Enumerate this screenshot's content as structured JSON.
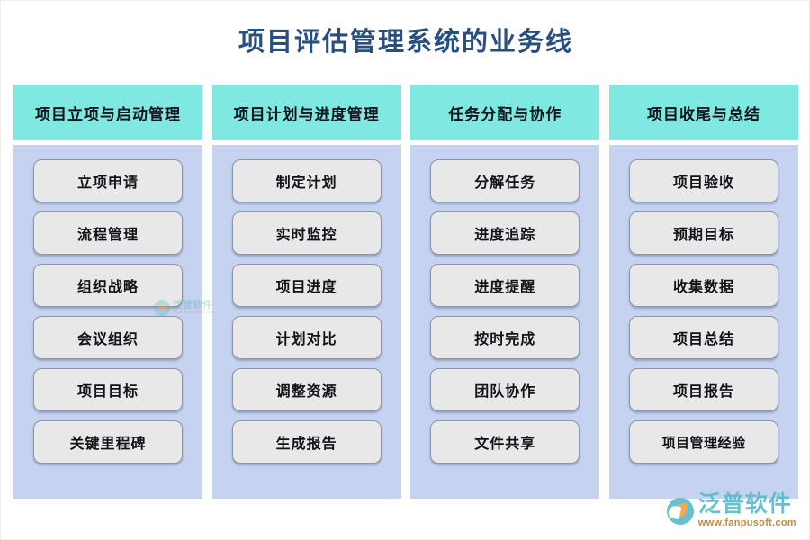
{
  "page": {
    "title": "项目评估管理系统的业务线",
    "title_color": "#27507f",
    "background_color": "#ffffff"
  },
  "theme": {
    "header_background": "#7fe8e0",
    "header_text_color": "#10131c",
    "column_background": "#c5d3f0",
    "item_background": "#e8e8e8",
    "item_border_color": "#8d95a8",
    "item_text_color": "#101218"
  },
  "columns": [
    {
      "header": "项目立项与启动管理",
      "items": [
        "立项申请",
        "流程管理",
        "组织战略",
        "会议组织",
        "项目目标",
        "关键里程碑"
      ]
    },
    {
      "header": "项目计划与进度管理",
      "items": [
        "制定计划",
        "实时监控",
        "项目进度",
        "计划对比",
        "调整资源",
        "生成报告"
      ]
    },
    {
      "header": "任务分配与协作",
      "items": [
        "分解任务",
        "进度追踪",
        "进度提醒",
        "按时完成",
        "团队协作",
        "文件共享"
      ]
    },
    {
      "header": "项目收尾与总结",
      "items": [
        "项目验收",
        "预期目标",
        "收集数据",
        "项目总结",
        "项目报告",
        "项目管理经验"
      ]
    }
  ],
  "logo": {
    "name": "泛普软件",
    "url": "www.fanpusoft.com",
    "name_color": "#5bbcc9",
    "url_color": "#c0822f"
  },
  "watermark": {
    "name": "泛普软件",
    "url": "www.fanpusoft.com"
  }
}
